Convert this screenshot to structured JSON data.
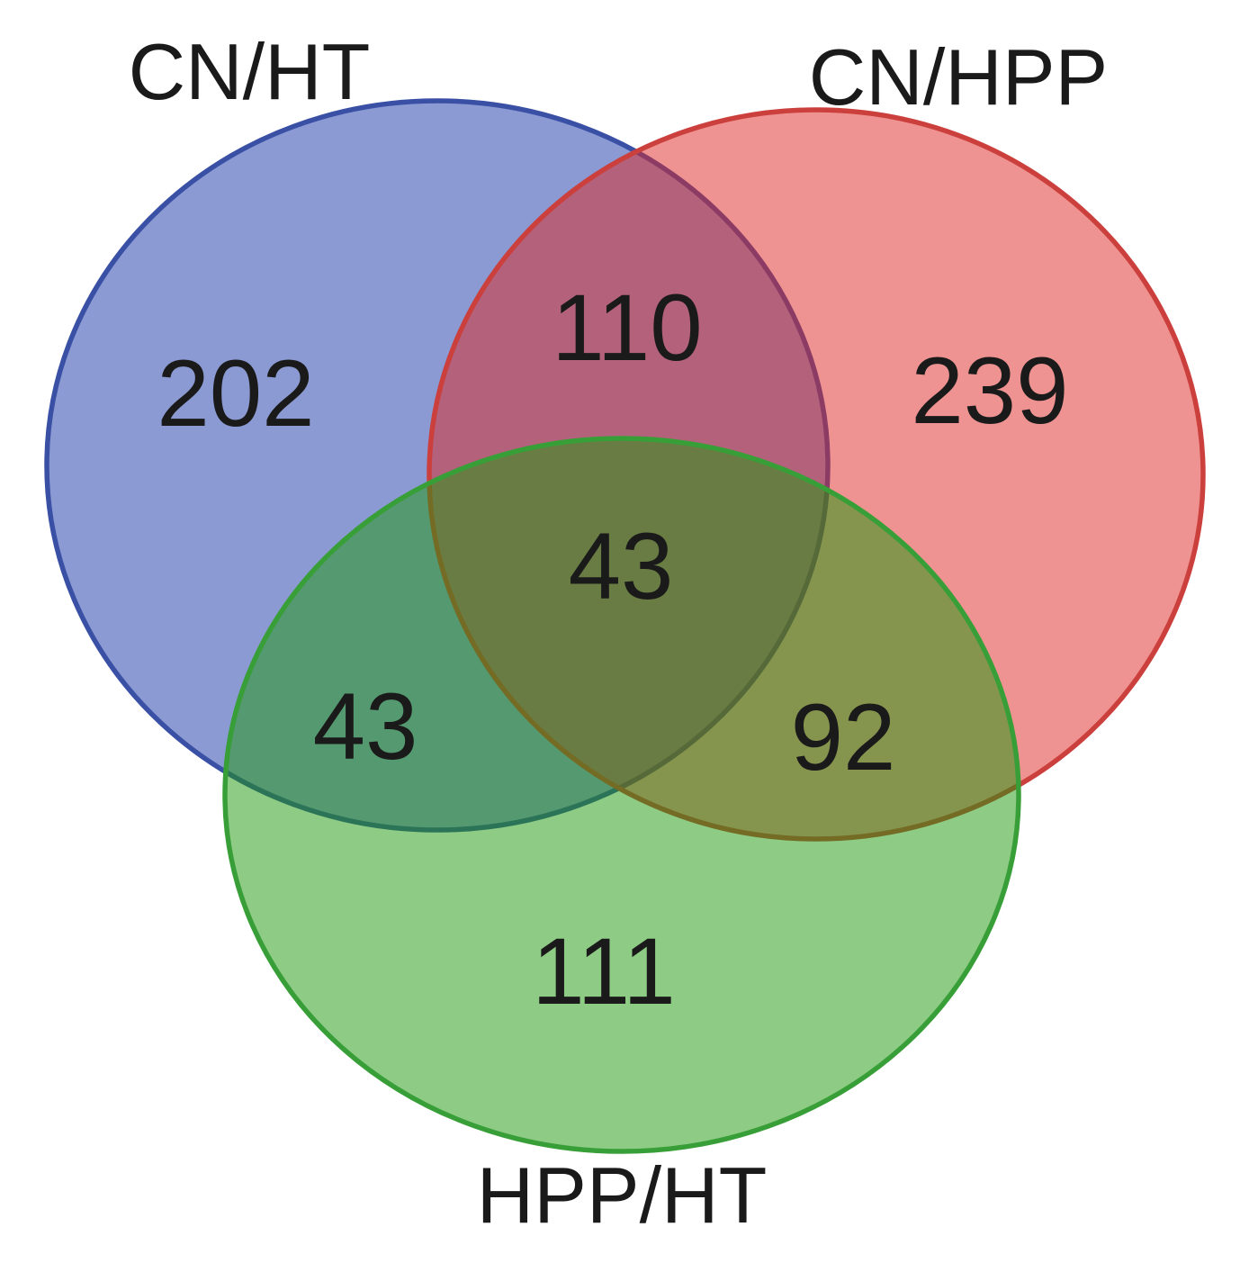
{
  "chart_data": {
    "type": "venn",
    "sets": [
      "CN/HT",
      "CN/HPP",
      "HPP/HT"
    ],
    "regions": [
      {
        "sets": [
          "CN/HT"
        ],
        "value": 202
      },
      {
        "sets": [
          "CN/HPP"
        ],
        "value": 239
      },
      {
        "sets": [
          "HPP/HT"
        ],
        "value": 111
      },
      {
        "sets": [
          "CN/HT",
          "CN/HPP"
        ],
        "value": 110
      },
      {
        "sets": [
          "CN/HT",
          "HPP/HT"
        ],
        "value": 43
      },
      {
        "sets": [
          "CN/HPP",
          "HPP/HT"
        ],
        "value": 92
      },
      {
        "sets": [
          "CN/HT",
          "CN/HPP",
          "HPP/HT"
        ],
        "value": 43
      }
    ],
    "colors": {
      "set_fill_observed": [
        "#8b9ad3",
        "#ee9391",
        "#8ecb85"
      ],
      "overlap_fill_observed": {
        "CN/HT_CN/HPP": "#b2647e",
        "CN/HT_HPP/HT": "#55996f",
        "CN/HPP_HPP/HT": "#87964f",
        "triple_center": "#697c44"
      }
    },
    "legend_position": "labels-around-circles",
    "grid": "off"
  },
  "style": {
    "set_fill_base": [
      "#1735a7",
      "#dd2723",
      "#1d970b"
    ],
    "set_stroke": [
      "#3a50a5",
      "#cb403d",
      "#389f38"
    ],
    "text_color": "#1a1a1a",
    "background": "#ffffff"
  }
}
